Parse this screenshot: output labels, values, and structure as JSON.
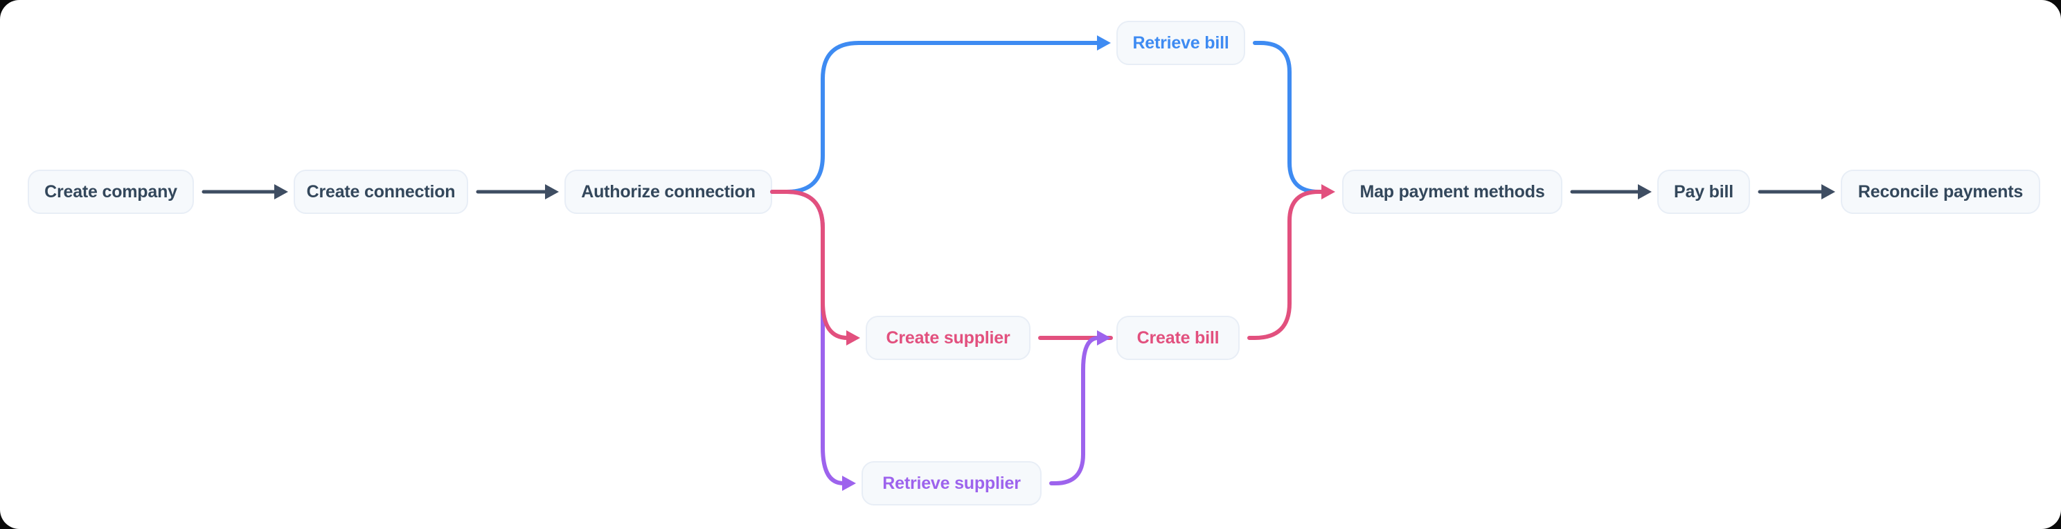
{
  "colors": {
    "canvas_bg": "#FFFFFF",
    "node_bg": "#F6F9FC",
    "node_border": "#E8EEF6",
    "dark": "#3E4D62",
    "text_dark": "#33475B",
    "blue": "#3E8BF2",
    "pink": "#E2507E",
    "purple": "#9D63ED"
  },
  "diagram": {
    "type": "flowchart",
    "nodes": {
      "create_company": {
        "label": "Create company",
        "color": "dark"
      },
      "create_connection": {
        "label": "Create connection",
        "color": "dark"
      },
      "authorize_connection": {
        "label": "Authorize connection",
        "color": "dark"
      },
      "retrieve_bill": {
        "label": "Retrieve bill",
        "color": "blue"
      },
      "create_supplier": {
        "label": "Create supplier",
        "color": "pink"
      },
      "create_bill": {
        "label": "Create bill",
        "color": "pink"
      },
      "retrieve_supplier": {
        "label": "Retrieve supplier",
        "color": "purple"
      },
      "map_payment_methods": {
        "label": "Map payment methods",
        "color": "dark"
      },
      "pay_bill": {
        "label": "Pay bill",
        "color": "dark"
      },
      "reconcile_payments": {
        "label": "Reconcile payments",
        "color": "dark"
      }
    },
    "edges": [
      {
        "from": "create_company",
        "to": "create_connection",
        "color": "dark"
      },
      {
        "from": "create_connection",
        "to": "authorize_connection",
        "color": "dark"
      },
      {
        "from": "authorize_connection",
        "to": "retrieve_bill",
        "color": "blue"
      },
      {
        "from": "authorize_connection",
        "to": "create_supplier",
        "color": "pink"
      },
      {
        "from": "authorize_connection",
        "to": "retrieve_supplier",
        "color": "purple"
      },
      {
        "from": "create_supplier",
        "to": "create_bill",
        "color": "pink"
      },
      {
        "from": "retrieve_supplier",
        "to": "create_bill",
        "color": "purple"
      },
      {
        "from": "retrieve_bill",
        "to": "map_payment_methods",
        "color": "blue"
      },
      {
        "from": "create_bill",
        "to": "map_payment_methods",
        "color": "pink"
      },
      {
        "from": "map_payment_methods",
        "to": "pay_bill",
        "color": "dark"
      },
      {
        "from": "pay_bill",
        "to": "reconcile_payments",
        "color": "dark"
      }
    ]
  }
}
